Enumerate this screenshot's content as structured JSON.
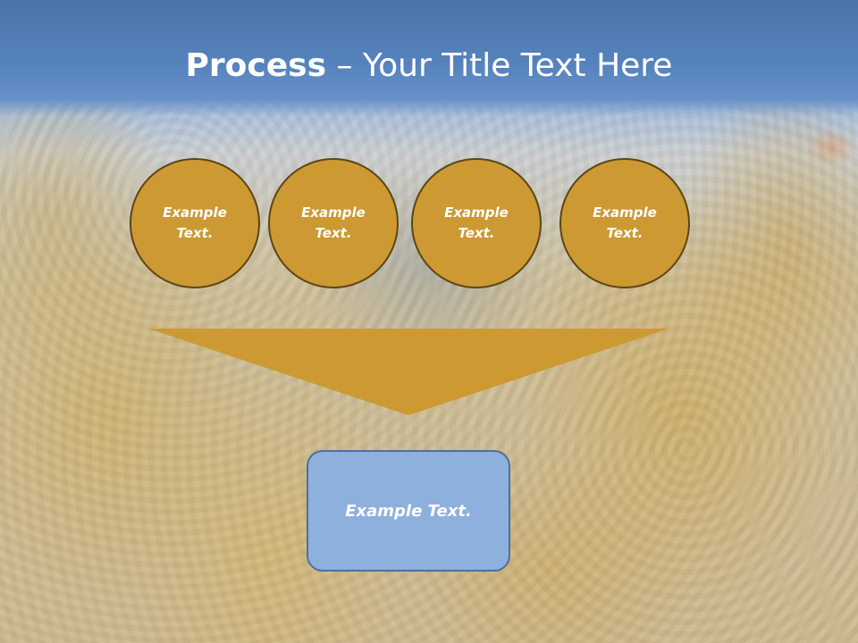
{
  "slide": {
    "title_bold": "Process",
    "title_separator": " – ",
    "title_rest": "Your Title Text Here"
  },
  "circles": [
    {
      "line1": "Example",
      "line2": "Text."
    },
    {
      "line1": "Example",
      "line2": "Text."
    },
    {
      "line1": "Example",
      "line2": "Text."
    },
    {
      "line1": "Example",
      "line2": "Text."
    }
  ],
  "result": {
    "label": "Example Text."
  },
  "colors": {
    "accent_gold": "#cc9933",
    "box_blue": "#8eb0dc",
    "title_bar_blue": "#5683bd"
  }
}
